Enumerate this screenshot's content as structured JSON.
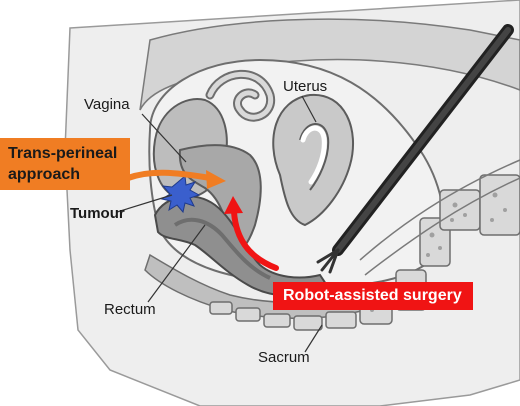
{
  "labels": {
    "uterus": "Uterus",
    "vagina": "Vagina",
    "tumour": "Tumour",
    "rectum": "Rectum",
    "sacrum": "Sacrum"
  },
  "callouts": {
    "trans_perineal_line1": "Trans-perineal",
    "trans_perineal_line2": "approach",
    "robot_assisted": "Robot-assisted surgery"
  },
  "colors": {
    "background_body": "#f0f0f0",
    "tissue_light": "#d9d9d9",
    "tissue_mid": "#a6a6a6",
    "tissue_dark": "#7f7f7f",
    "tumour": "#3a5fcd",
    "orange_accent": "#f07d23",
    "red_accent": "#f01414",
    "instrument": "#1a1a1a"
  }
}
